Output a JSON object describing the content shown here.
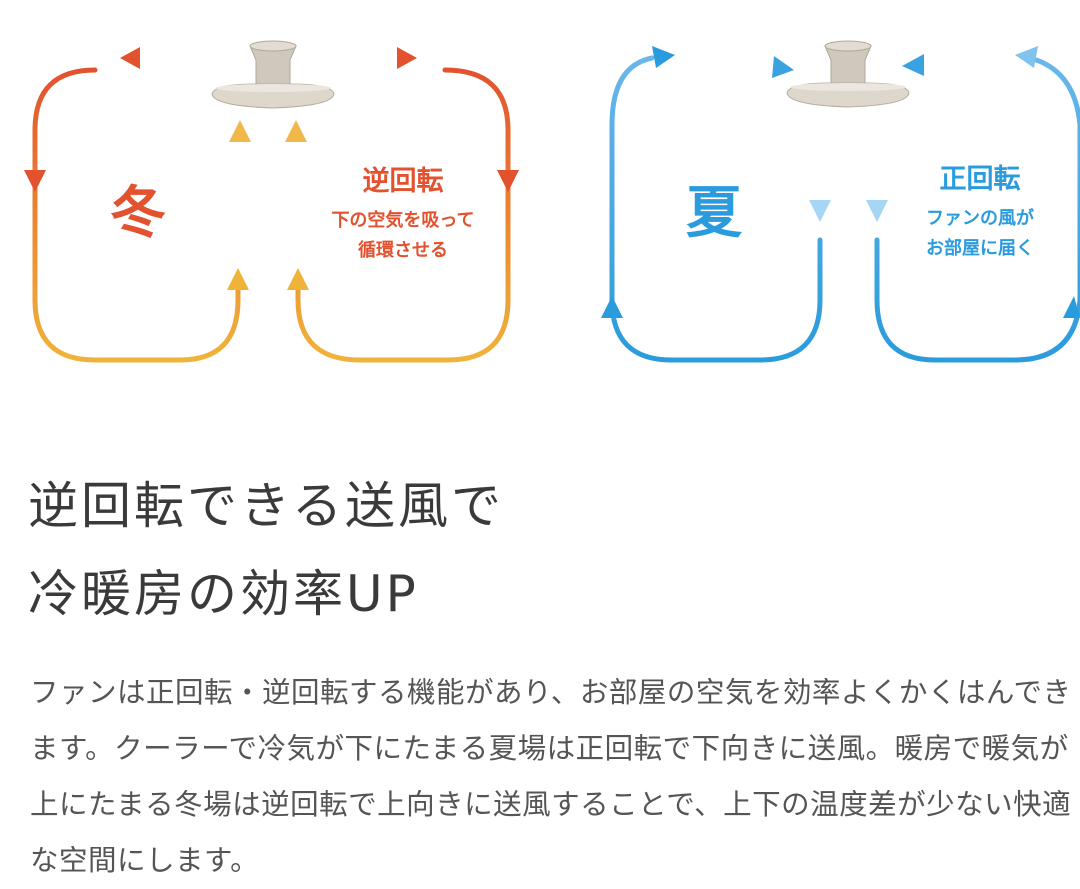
{
  "winter": {
    "season": "冬",
    "mode": "逆回転",
    "desc_line1": "下の空気を吸って",
    "desc_line2": "循環させる"
  },
  "summer": {
    "season": "夏",
    "mode": "正回転",
    "desc_line1": "ファンの風が",
    "desc_line2": "お部屋に届く"
  },
  "colors": {
    "winter_red": "#e2522e",
    "winter_yellow": "#efb33a",
    "summer_blue": "#2a9bdc",
    "summer_light": "#a6d6f4",
    "text_main": "#3a3a3a",
    "text_body": "#555555"
  },
  "headline": {
    "line1": "逆回転できる送風で",
    "line2": "冷暖房の効率UP"
  },
  "body": "ファンは正回転・逆回転する機能があり、お部屋の空気を効率よくかくはんできます。クーラーで冷気が下にたまる夏場は正回転で下向きに送風。暖房で暖気が上にたまる冬場は逆回転で上向きに送風することで、上下の温度差が少ない快適な空間にします。"
}
